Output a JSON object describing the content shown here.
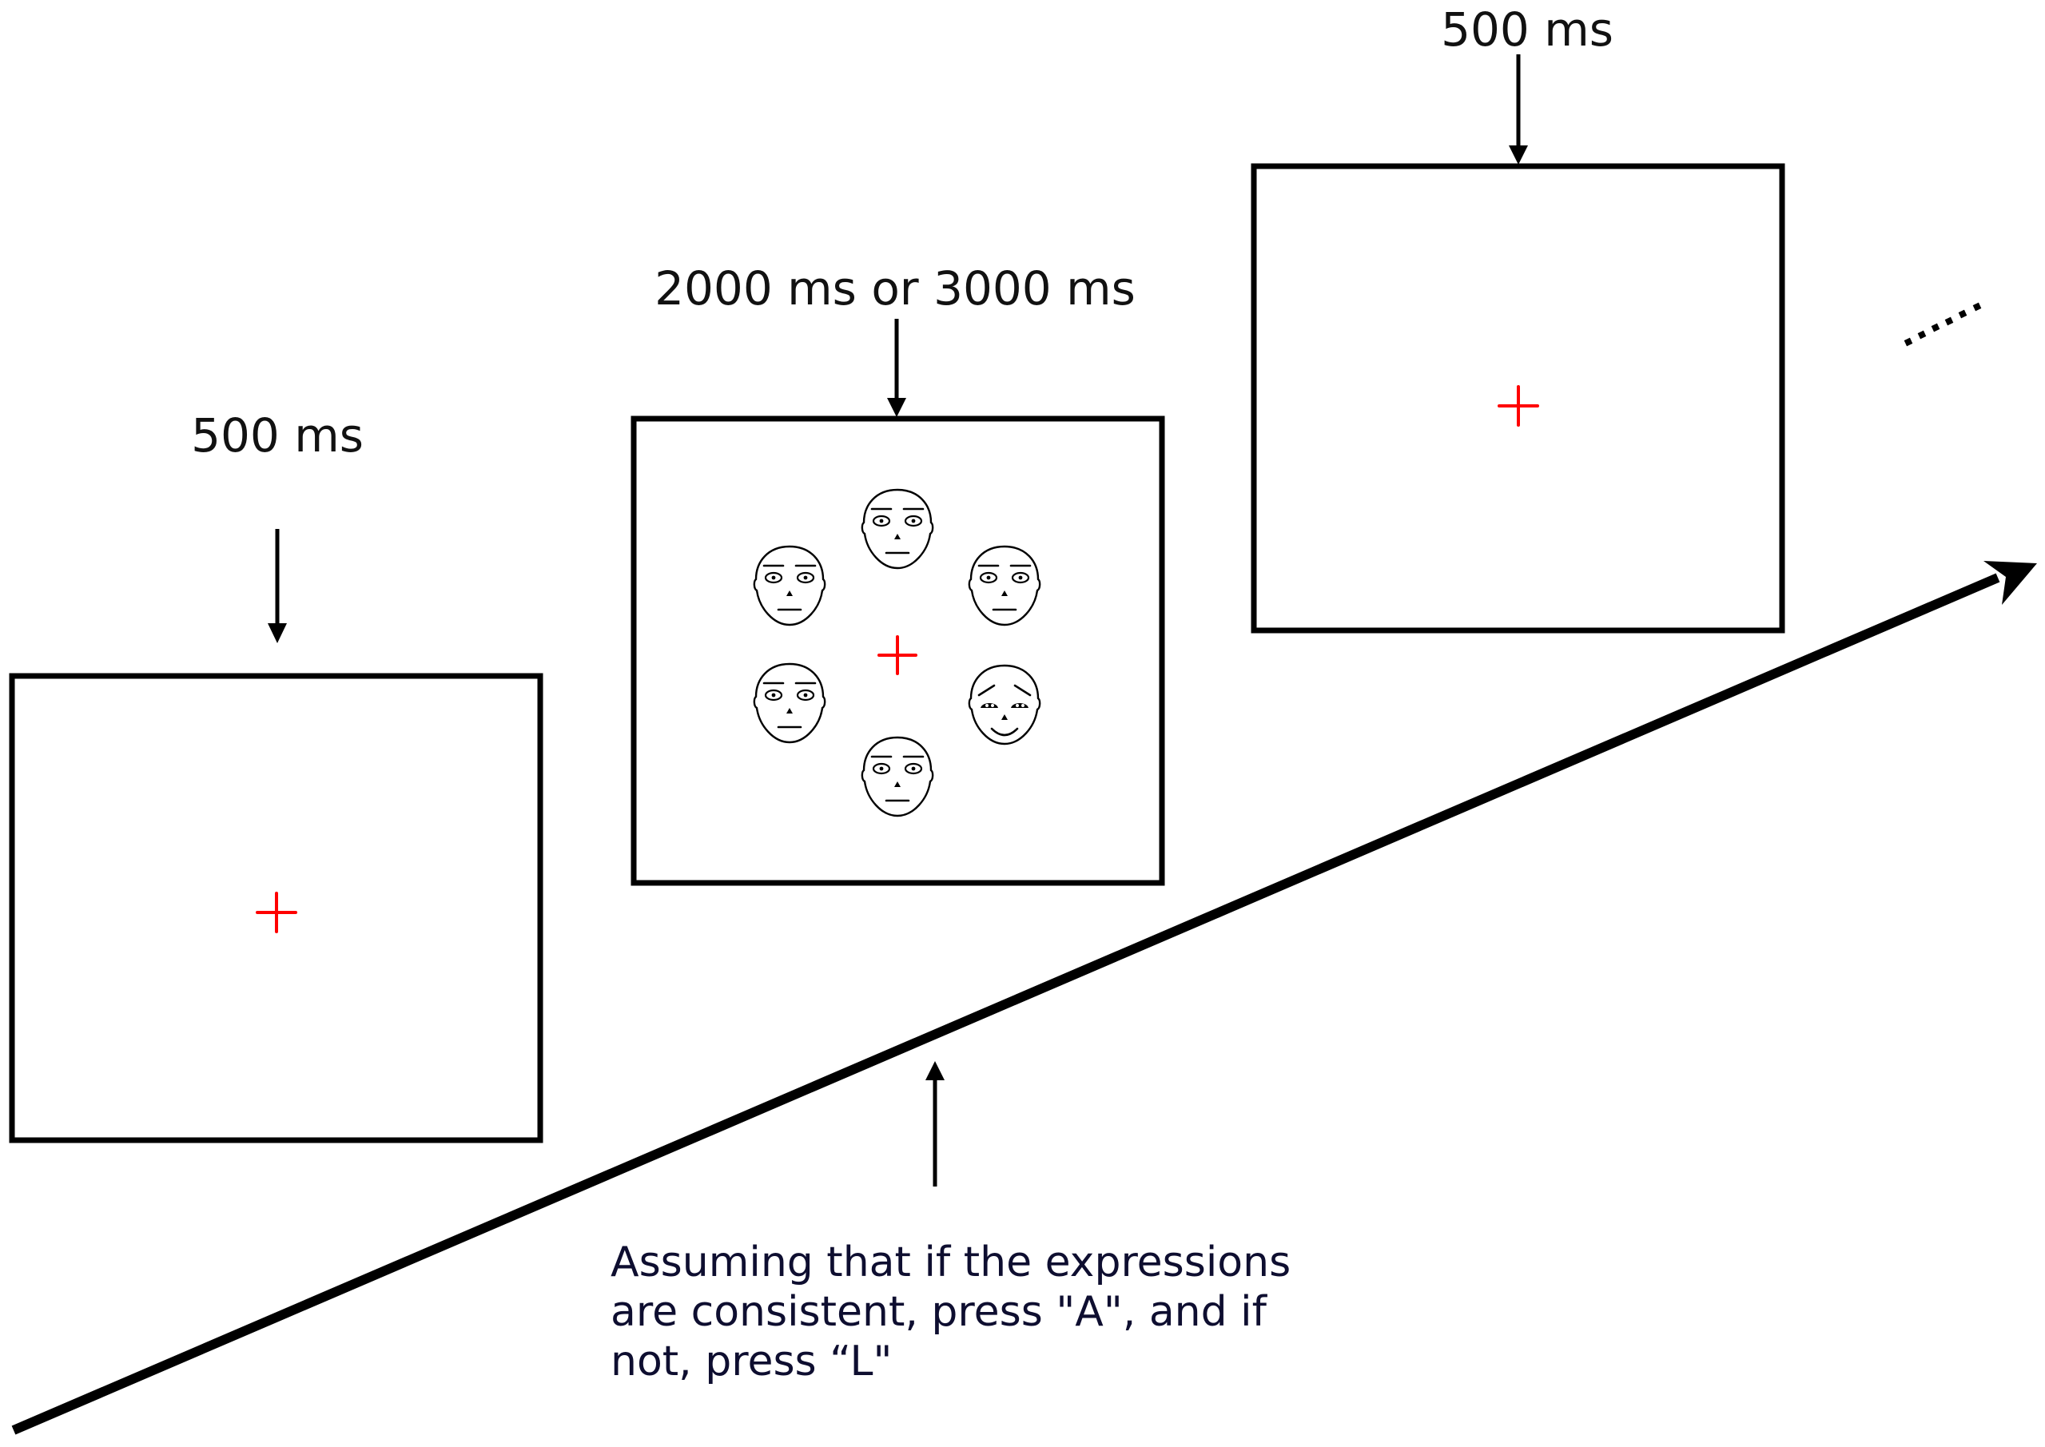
{
  "figure": {
    "description": "Trial sequence of an expression-consistency task",
    "frames": [
      {
        "id": "fixation-1",
        "duration_label": "500 ms",
        "content": "fixation-cross",
        "fixation_color": "#ff0000"
      },
      {
        "id": "face-array",
        "duration_label": "2000 ms or 3000 ms",
        "content": "six-face-array",
        "fixation_color": "#ff0000",
        "faces": [
          {
            "position": "top",
            "expression": "neutral"
          },
          {
            "position": "upper-right",
            "expression": "neutral"
          },
          {
            "position": "lower-right",
            "expression": "happy"
          },
          {
            "position": "bottom",
            "expression": "neutral"
          },
          {
            "position": "lower-left",
            "expression": "neutral"
          },
          {
            "position": "upper-left",
            "expression": "neutral"
          }
        ]
      },
      {
        "id": "fixation-2",
        "duration_label": "500 ms",
        "content": "fixation-cross",
        "fixation_color": "#ff0000"
      }
    ],
    "continuation_symbol": "......",
    "instruction": {
      "lines": [
        "Assuming that if the expressions",
        "are consistent, press \"A\", and if",
        "not, press “L\""
      ]
    },
    "timeline": {
      "direction": "time-forward",
      "color": "#000000"
    }
  }
}
